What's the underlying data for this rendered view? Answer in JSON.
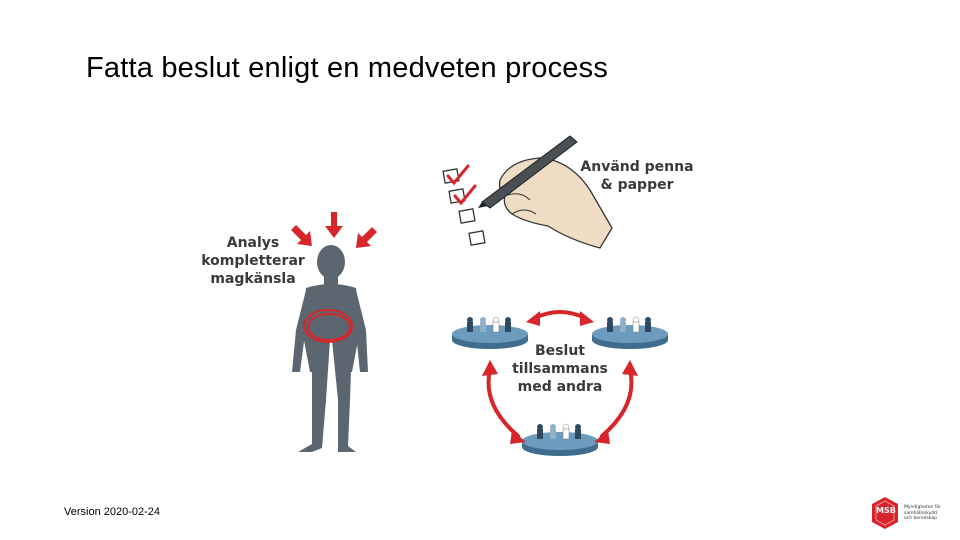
{
  "slide": {
    "title": "Fatta beslut enligt en medveten process",
    "version": "Version 2020-02-24"
  },
  "illustration": {
    "analysis_label": "Analys\nkompletterar\nmagkänsla",
    "pen_label": "Använd penna\n& papper",
    "together_label": "Beslut\ntillsammans\nmed andra"
  },
  "logo": {
    "abbrev": "MSB",
    "text": "Myndigheten för\nsamhällsskydd\noch beredskap"
  },
  "colors": {
    "figure": "#5b6670",
    "accent_red": "#d7262b",
    "table_blue": "#3f6d8e"
  }
}
